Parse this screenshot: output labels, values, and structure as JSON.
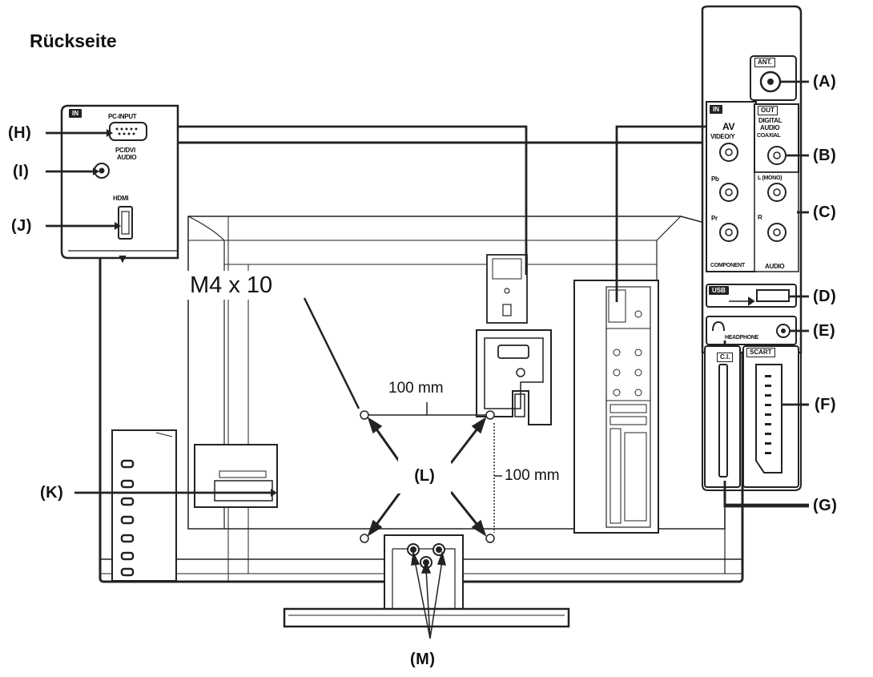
{
  "title": "Rückseite",
  "screw_spec": "M4 x 10",
  "dimensions": {
    "horizontal": "100 mm",
    "vertical": "100 mm"
  },
  "callouts": {
    "A": "(A)",
    "B": "(B)",
    "C": "(C)",
    "D": "(D)",
    "E": "(E)",
    "F": "(F)",
    "G": "(G)",
    "H": "(H)",
    "I": "(I)",
    "J": "(J)",
    "K": "(K)",
    "L": "(L)",
    "M": "(M)"
  },
  "left_panel": {
    "in_tag": "IN",
    "pc_input": "PC-INPUT",
    "pc_dvi_audio_1": "PC/DVI",
    "pc_dvi_audio_2": "AUDIO",
    "hdmi": "HDMI"
  },
  "right_panel": {
    "ant": "ANT.",
    "in_tag": "IN",
    "out_tag": "OUT",
    "av": "AV",
    "video_y": "VIDEO/Y",
    "pb": "Pb",
    "pr": "Pr",
    "component": "COMPONENT",
    "digital_audio_1": "DIGITAL",
    "digital_audio_2": "AUDIO",
    "coaxial": "COAXIAL",
    "l_mono": "L (MONO)",
    "r": "R",
    "audio": "AUDIO",
    "usb": "USB",
    "headphone": "HEADPHONE",
    "ci": "C.I.",
    "scart": "SCART"
  }
}
